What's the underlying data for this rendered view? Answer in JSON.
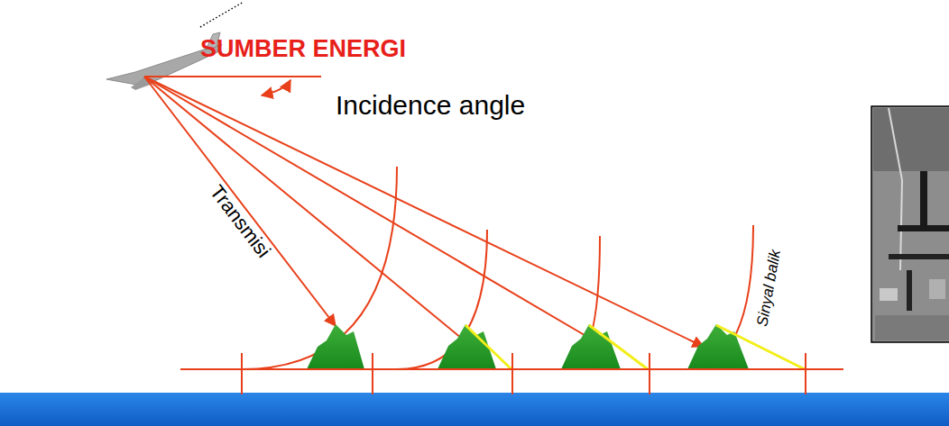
{
  "diagram": {
    "labels": [
      "SUMBER ENERGI",
      "Incidence angle",
      "Transmisi",
      "Sinyal balik"
    ]
  }
}
